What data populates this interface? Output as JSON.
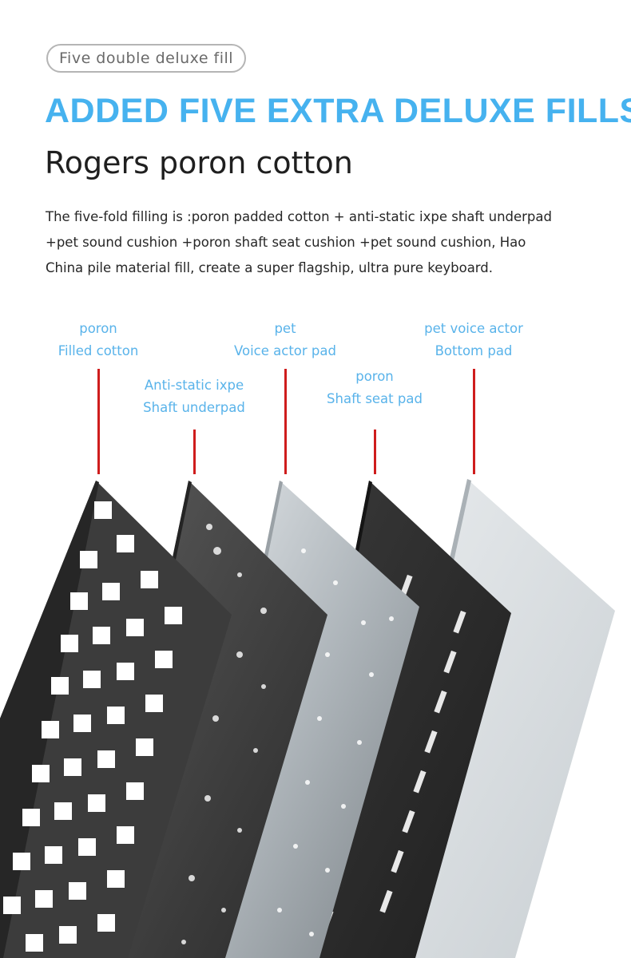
{
  "badge": {
    "label": "Five double deluxe fill"
  },
  "headline": "ADDED FIVE EXTRA DELUXE FILLS",
  "subheadline": "Rogers poron cotton",
  "description": {
    "line1": "The five-fold filling is :poron padded cotton + anti-static ixpe shaft underpad",
    "line2": "+pet sound cushion +poron shaft seat cushion +pet sound cushion, Hao",
    "line3": "China pile material fill, create a super flagship, ultra pure keyboard."
  },
  "layers": [
    {
      "line1": "poron",
      "line2": "Filled cotton"
    },
    {
      "line1": "Anti-static ixpe",
      "line2": "Shaft underpad"
    },
    {
      "line1": "pet",
      "line2": "Voice actor pad"
    },
    {
      "line1": "poron",
      "line2": "Shaft seat pad"
    },
    {
      "line1": "pet voice actor",
      "line2": "Bottom pad"
    }
  ],
  "colors": {
    "accent": "#46b2ef",
    "label": "#59b3ea",
    "leader": "#cf1d1d",
    "poron_fill": "#3c3c3c",
    "ixpe": "#4a4a4a",
    "pet": "#c6cdd2",
    "shaft_seat": "#2d2d2d",
    "bottom_pet": "#dfe3e6"
  }
}
